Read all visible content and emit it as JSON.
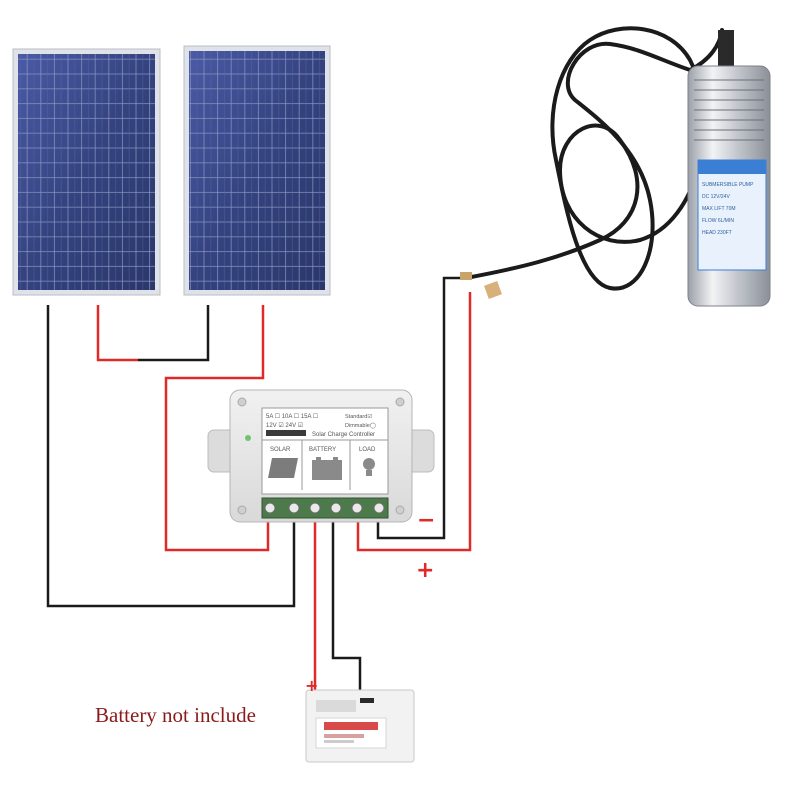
{
  "note": "Battery not include",
  "polarity": {
    "minus": "−",
    "plus": "+",
    "plus_small": "+"
  },
  "controller": {
    "title": "Solar Charge Controller",
    "current_options": "5A ☐ 10A ☐ 15A ☐",
    "voltage_options": "12V ☑ 24V ☑",
    "standard": "Standard☑",
    "dimmable": "Dimmable◯",
    "section_solar": "SOLAR",
    "section_battery": "BATTERY",
    "section_load": "LOAD"
  },
  "pump": {
    "label_lines": [
      "SUBMERSIBLE PUMP",
      "DC 12V/24V",
      "MAX LIFT 70M",
      "FLOW 6L/MIN",
      "HEAD 230FT"
    ]
  },
  "colors": {
    "wire_positive": "#e02a2a",
    "wire_negative": "#1a1a1a",
    "panel_cell": "#3b4a8c",
    "panel_frame": "#dfe2e8",
    "controller_body": "#e6e6e6",
    "pump_body": "#c9ccd1",
    "pump_label": "#3b7fd4"
  },
  "icons": [
    "solar-panel-icon",
    "battery-icon",
    "bulb-icon"
  ]
}
